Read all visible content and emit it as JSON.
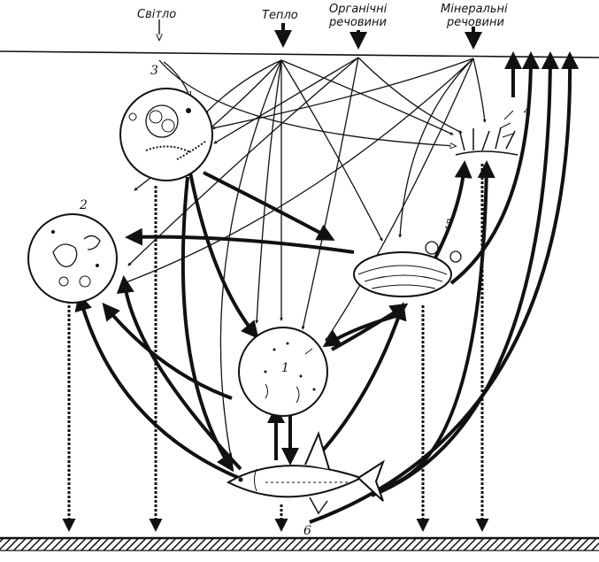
{
  "inputs": {
    "light": "Світло",
    "heat": "Тепло",
    "organic_line1": "Органічні",
    "organic_line2": "речовини",
    "mineral_line1": "Мінеральні",
    "mineral_line2": "речовини"
  },
  "node_numbers": [
    "1",
    "2",
    "3",
    "4",
    "5",
    "6"
  ],
  "colors": {
    "ink": "#111111",
    "background": "#ffffff"
  }
}
